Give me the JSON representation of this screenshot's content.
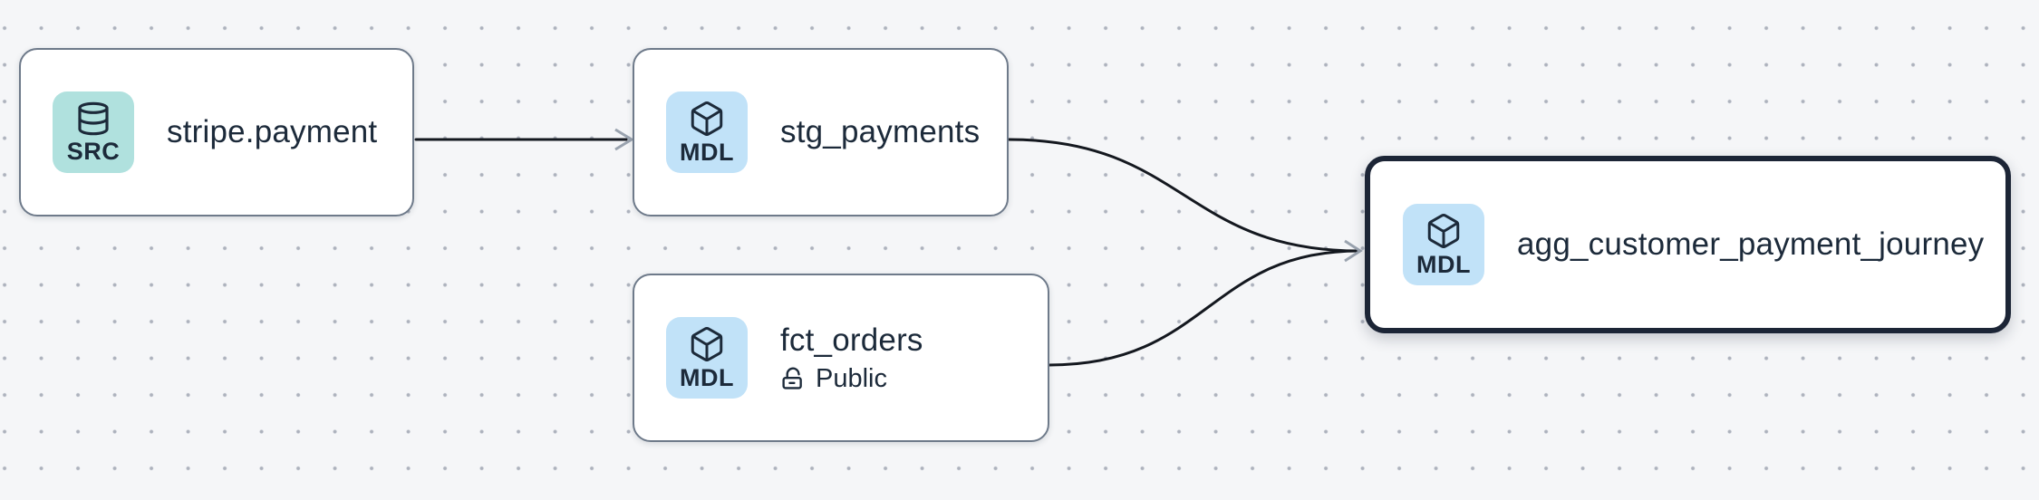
{
  "canvas": {
    "kind": "lineage-graph"
  },
  "colors": {
    "canvas_bg": "#f5f6f8",
    "dot": "#adb2bd",
    "node_bg": "#ffffff",
    "node_border": "#6e7a8a",
    "selected_border": "#1c2536",
    "text": "#1c2a3a",
    "edge": "#14181f",
    "arrowhead": "#9aa3af",
    "badge_source_bg": "#b0e1de",
    "badge_model_bg": "#c1e2f8"
  },
  "nodes": [
    {
      "label": "stripe.payment",
      "badge": "SRC",
      "type": "source",
      "icon": "database-icon",
      "selected": false
    },
    {
      "label": "stg_payments",
      "badge": "MDL",
      "type": "model",
      "icon": "box-icon",
      "selected": false
    },
    {
      "label": "fct_orders",
      "badge": "MDL",
      "type": "model",
      "icon": "box-icon",
      "selected": false,
      "access": {
        "icon": "lock-open-icon",
        "label": "Public"
      }
    },
    {
      "label": "agg_customer_payment_journey",
      "badge": "MDL",
      "type": "model",
      "icon": "box-icon",
      "selected": true
    }
  ],
  "edges": [
    {
      "from": "stripe.payment",
      "to": "stg_payments"
    },
    {
      "from": "stg_payments",
      "to": "agg_customer_payment_journey"
    },
    {
      "from": "fct_orders",
      "to": "agg_customer_payment_journey"
    }
  ]
}
